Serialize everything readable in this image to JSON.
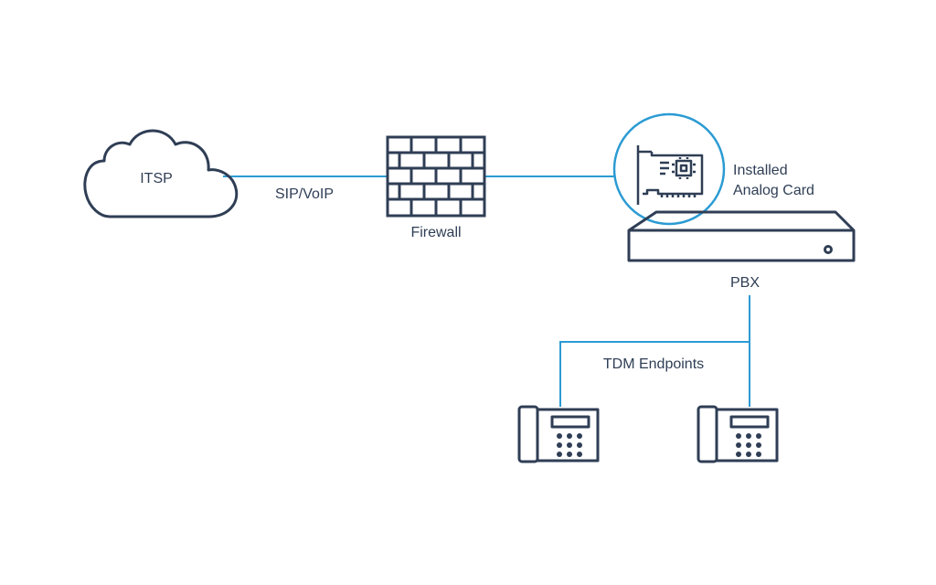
{
  "colors": {
    "line": "#2b9bd3",
    "icon": "#2f3e55",
    "background": "#ffffff"
  },
  "nodes": {
    "itsp": {
      "label": "ITSP",
      "icon": "cloud-icon"
    },
    "firewall": {
      "label": "Firewall",
      "icon": "brick-wall-icon"
    },
    "pbx": {
      "label": "PBX",
      "icon": "server-box-icon"
    },
    "analog_card": {
      "label_line1": "Installed",
      "label_line2": "Analog Card",
      "icon": "pci-card-icon"
    },
    "phone_left": {
      "icon": "desk-phone-icon"
    },
    "phone_right": {
      "icon": "desk-phone-icon"
    }
  },
  "edges": {
    "itsp_firewall": {
      "label": "SIP/VoIP"
    },
    "firewall_pbx": {
      "label": ""
    },
    "pbx_endpoints": {
      "label": "TDM Endpoints"
    }
  }
}
